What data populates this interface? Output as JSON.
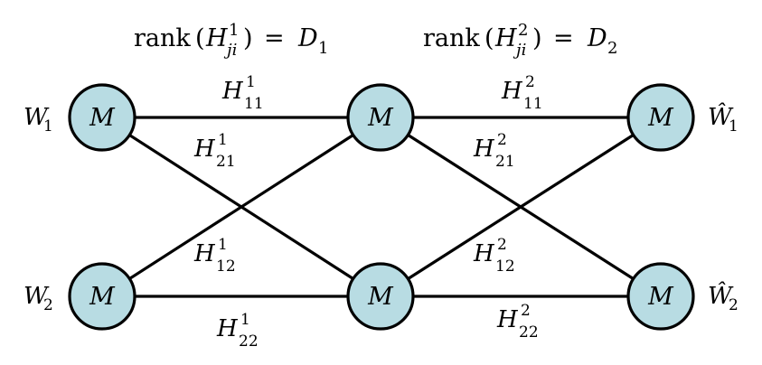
{
  "header": {
    "left": {
      "func": "rank",
      "sym": "H",
      "sup": "1",
      "sub": "ji",
      "rhs": "D",
      "rhs_sub": "1"
    },
    "right": {
      "func": "rank",
      "sym": "H",
      "sup": "2",
      "sub": "ji",
      "rhs": "D",
      "rhs_sub": "2"
    }
  },
  "inputs": [
    {
      "sym": "W",
      "sub": "1"
    },
    {
      "sym": "W",
      "sub": "2"
    }
  ],
  "outputs": [
    {
      "sym": "Ŵ",
      "sub": "1"
    },
    {
      "sym": "Ŵ",
      "sub": "2"
    }
  ],
  "node_label": "M",
  "edges": {
    "h1_11": {
      "sym": "H",
      "sup": "1",
      "sub": "11"
    },
    "h1_21": {
      "sym": "H",
      "sup": "1",
      "sub": "21"
    },
    "h1_12": {
      "sym": "H",
      "sup": "1",
      "sub": "12"
    },
    "h1_22": {
      "sym": "H",
      "sup": "1",
      "sub": "22"
    },
    "h2_11": {
      "sym": "H",
      "sup": "2",
      "sub": "11"
    },
    "h2_21": {
      "sym": "H",
      "sup": "2",
      "sub": "21"
    },
    "h2_12": {
      "sym": "H",
      "sup": "2",
      "sub": "12"
    },
    "h2_22": {
      "sym": "H",
      "sup": "2",
      "sub": "22"
    }
  },
  "colors": {
    "node_fill": "#b8dce3",
    "stroke": "#000000"
  }
}
